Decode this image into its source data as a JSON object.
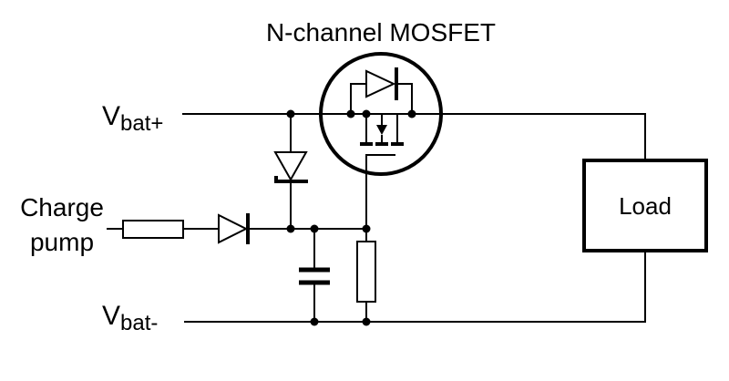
{
  "title": "N-channel MOSFET",
  "labels": {
    "vbat_plus_main": "V",
    "vbat_plus_sub": "bat+",
    "vbat_minus_main": "V",
    "vbat_minus_sub": "bat-",
    "charge_pump_line1": "Charge",
    "charge_pump_line2": "pump",
    "load": "Load"
  },
  "components": [
    {
      "id": "mosfet",
      "type": "n-channel-mosfet",
      "label": "N-channel MOSFET"
    },
    {
      "id": "body-diode",
      "type": "diode",
      "parent": "mosfet"
    },
    {
      "id": "zener-diode",
      "type": "zener-diode"
    },
    {
      "id": "series-resistor",
      "type": "resistor"
    },
    {
      "id": "series-diode",
      "type": "diode"
    },
    {
      "id": "gate-capacitor",
      "type": "capacitor"
    },
    {
      "id": "gate-resistor",
      "type": "resistor"
    },
    {
      "id": "load",
      "type": "load",
      "label": "Load"
    }
  ],
  "colors": {
    "stroke": "#000000",
    "background": "#ffffff"
  }
}
